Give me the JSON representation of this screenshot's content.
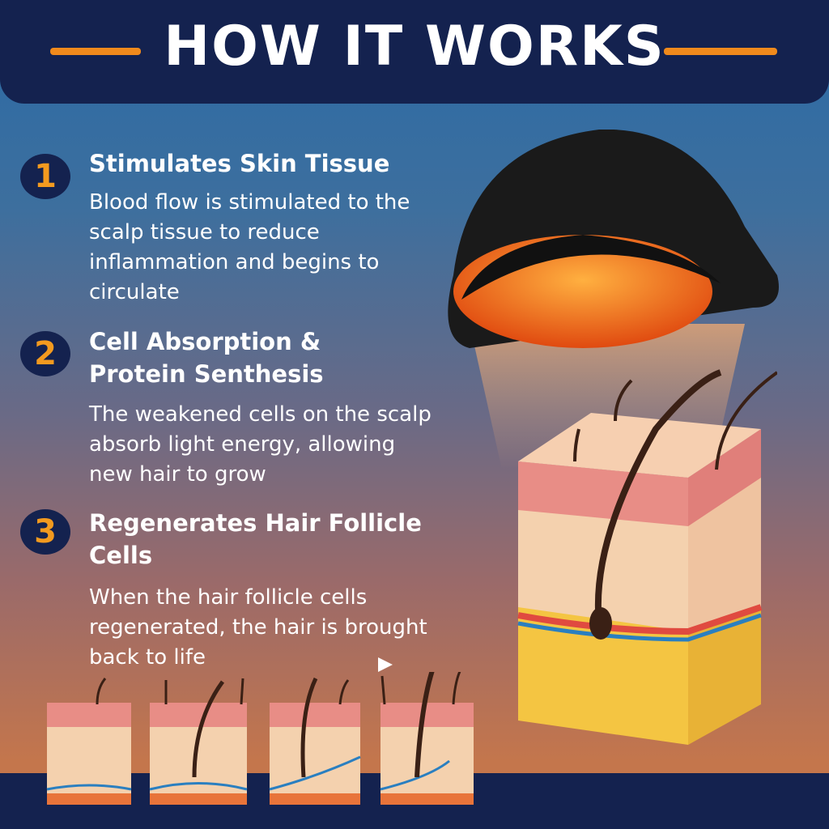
{
  "header": {
    "title": "HOW IT WORKS"
  },
  "steps": [
    {
      "number": "1",
      "title": "Stimulates Skin Tissue",
      "body": "Blood flow is stimulated to the scalp tissue to reduce inflammation and begins to circulate"
    },
    {
      "number": "2",
      "title": "Cell Absorption & Protein Senthesis",
      "body": "The weakened cells on the scalp absorb light energy, allowing new hair to grow"
    },
    {
      "number": "3",
      "title": "Regenerates Hair Follicle Cells",
      "body": "When the hair follicle cells regenerated, the hair is brought back to life"
    }
  ],
  "colors": {
    "navy": "#14224f",
    "accent": "#f08a1c"
  }
}
